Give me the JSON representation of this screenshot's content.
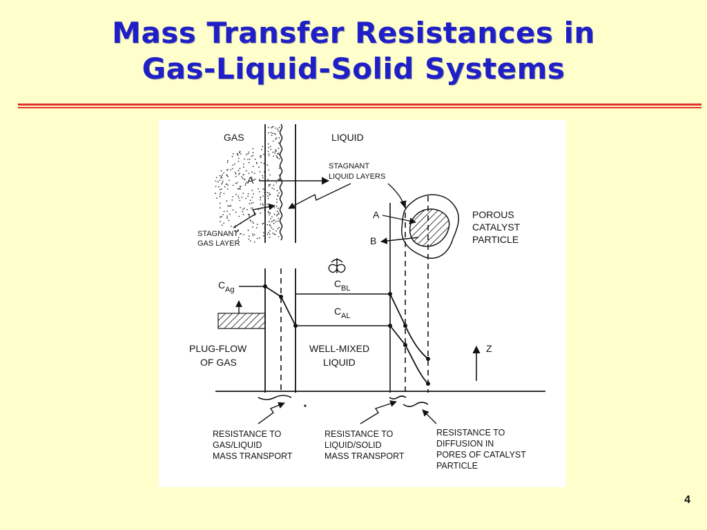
{
  "slide": {
    "title_line1": "Mass Transfer Resistances in",
    "title_line2": "Gas-Liquid-Solid Systems",
    "page_number": "4"
  },
  "diagram": {
    "gas": "GAS",
    "liquid": "LIQUID",
    "stagnant_liquid_l1": "STAGNANT",
    "stagnant_liquid_l2": "LIQUID LAYERS",
    "stagnant_gas_l1": "STAGNANT",
    "stagnant_gas_l2": "GAS LAYER",
    "species_a_gas": "A",
    "species_a_particle": "A",
    "species_b_particle": "B",
    "porous_l1": "POROUS",
    "porous_l2": "CATALYST",
    "porous_l3": "PARTICLE",
    "c": "C",
    "c_ag_sub": "Ag",
    "c_bl_sub": "BL",
    "c_al_sub": "AL",
    "plug_l1": "PLUG-FLOW",
    "plug_l2": "OF GAS",
    "mixed_l1": "WELL-MIXED",
    "mixed_l2": "LIQUID",
    "z_axis": "Z",
    "res1_l1": "RESISTANCE TO",
    "res1_l2": "GAS/LIQUID",
    "res1_l3": "MASS TRANSPORT",
    "res2_l1": "RESISTANCE TO",
    "res2_l2": "LIQUID/SOLID",
    "res2_l3": "MASS TRANSPORT",
    "res3_l1": "RESISTANCE TO",
    "res3_l2": "DIFFUSION IN",
    "res3_l3": "PORES OF CATALYST",
    "res3_l4": "PARTICLE"
  }
}
